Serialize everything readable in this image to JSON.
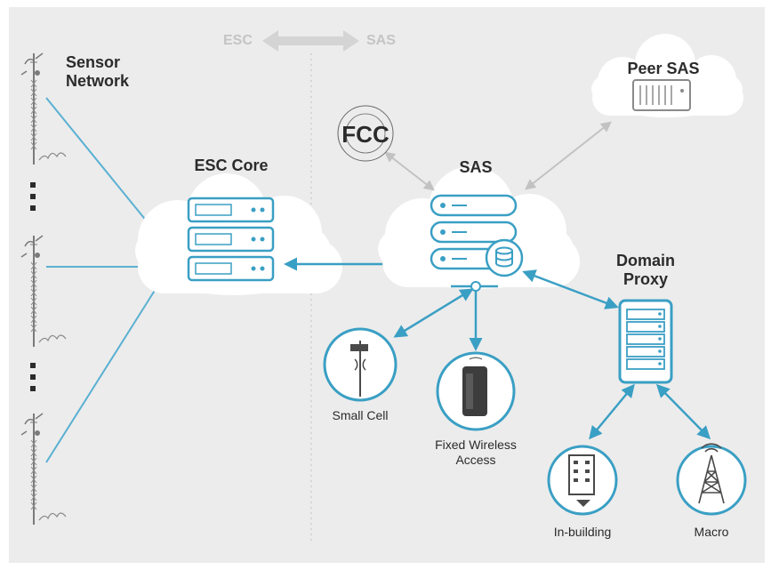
{
  "labels": {
    "esc": "ESC",
    "sas_top": "SAS",
    "sensor_network": "Sensor\nNetwork",
    "esc_core": "ESC Core",
    "sas": "SAS",
    "peer_sas": "Peer SAS",
    "domain_proxy": "Domain\nProxy",
    "small_cell": "Small Cell",
    "fixed_wireless": "Fixed Wireless\nAccess",
    "in_building": "In-building",
    "macro": "Macro",
    "fcc_logo": "FCC"
  },
  "colors": {
    "accent": "#3a9fc4",
    "line": "#5ab0d2",
    "grey_arrow": "#c2c2c2",
    "cloud": "#ffffff",
    "background": "#ececec"
  },
  "icons": [
    "antenna-tower-icon",
    "server-icon",
    "database-icon",
    "fcc-seal-icon",
    "street-light-icon",
    "router-icon",
    "building-icon",
    "macro-tower-icon"
  ]
}
